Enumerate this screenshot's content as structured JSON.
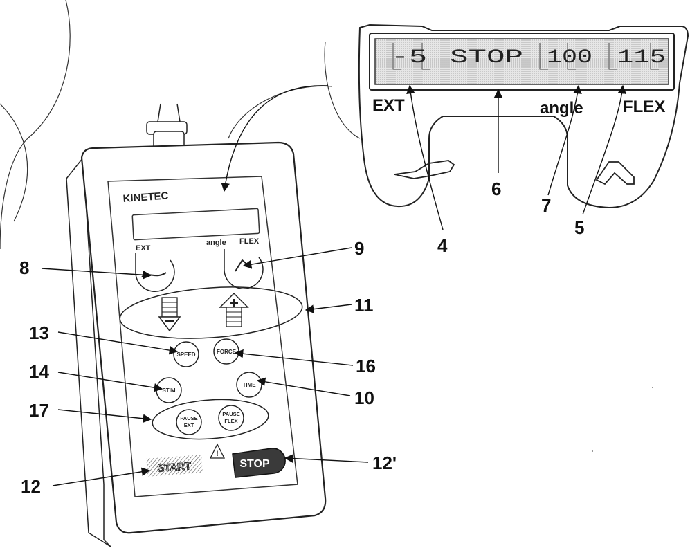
{
  "device": {
    "brand": "KINETEC",
    "display_labels": {
      "ext": "EXT",
      "angle": "angle",
      "flex": "FLEX"
    },
    "buttons": {
      "speed": "SPEED",
      "force": "FORCE",
      "stim": "STIM",
      "time": "TIME",
      "pause_ext": [
        "PAUSE",
        "EXT"
      ],
      "pause_flex": [
        "PAUSE",
        "FLEX"
      ],
      "start": "START",
      "stop": "STOP"
    },
    "warning_symbol": "!"
  },
  "display_detail": {
    "lcd": {
      "ext_value": "-5",
      "status": "STOP",
      "angle_value": "100",
      "flex_value": "115"
    },
    "labels": {
      "ext": "EXT",
      "angle": "angle",
      "flex": "FLEX"
    }
  },
  "callouts": [
    "4",
    "5",
    "6",
    "7",
    "8",
    "9",
    "10",
    "11",
    "12",
    "12'",
    "13",
    "14",
    "16",
    "17"
  ]
}
